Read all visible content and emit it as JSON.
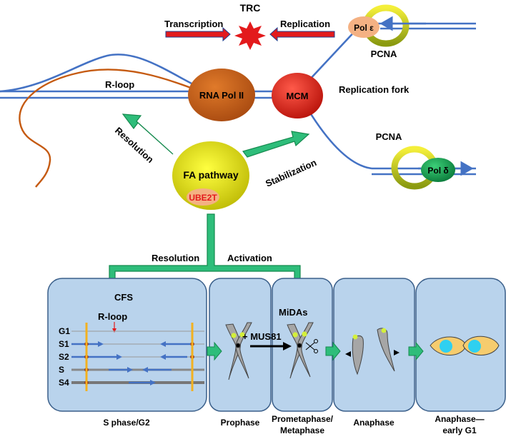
{
  "top": {
    "trc": "TRC",
    "transcription": "Transcription",
    "replication": "Replication",
    "pol_e": "Pol ε",
    "pcna_top": "PCNA",
    "rloop": "R-loop",
    "rna_pol": "RNA Pol II",
    "mcm": "MCM",
    "replication_fork": "Replication fork",
    "pcna_bottom": "PCNA",
    "pol_d": "Pol δ",
    "resolution": "Resolution",
    "stabilization": "Stabilization",
    "fa_pathway": "FA pathway",
    "ube2t": "UBE2T"
  },
  "middle": {
    "resolution": "Resolution",
    "activation": "Activation"
  },
  "cells": {
    "cfs": "CFS",
    "rloop": "R-loop",
    "rows": [
      "G1",
      "S1",
      "S2",
      "S",
      "S4"
    ],
    "mus81": "+ MUS81",
    "midas": "MiDAs"
  },
  "phases": {
    "s_g2": "S phase/G2",
    "prophase": "Prophase",
    "prometa_1": "Prometaphase/",
    "prometa_2": "Metaphase",
    "anaphase": "Anaphase",
    "anaphase_g1_1": "Anaphase—",
    "anaphase_g1_2": "early G1"
  },
  "colors": {
    "dna_blue": "#4472c4",
    "rna_orange": "#c55a11",
    "green_arrow": "#2ebd7a",
    "red_arrow": "#e31a1c",
    "cell_fill": "#b9d3ec",
    "cell_stroke": "#3a5f8a"
  }
}
